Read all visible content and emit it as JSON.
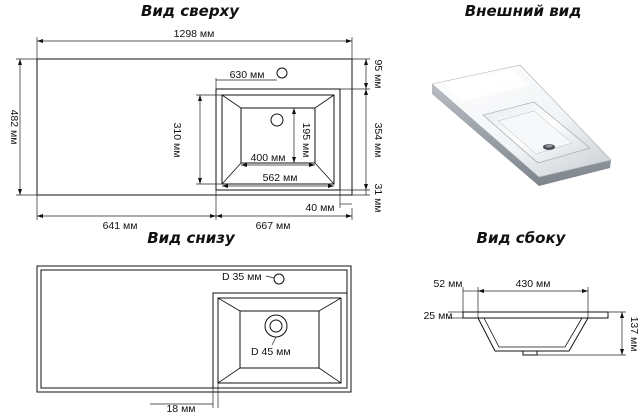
{
  "titles": {
    "top_view": "Вид сверху",
    "external_view": "Внешний вид",
    "bottom_view": "Вид снизу",
    "side_view": "Вид сбоку"
  },
  "top_view": {
    "total_width": "1298 мм",
    "total_depth": "482 мм",
    "bowl_offset_from_hole": "630 мм",
    "back_margin": "95 мм",
    "bowl_outer_depth": "354 мм",
    "front_margin": "31 мм",
    "bowl_inner_depth": "310 мм",
    "bowl_bottom_depth": "195 мм",
    "bowl_bottom_width": "400 мм",
    "bowl_inner_width": "562 мм",
    "right_margin": "40 мм",
    "left_section": "641 мм",
    "right_section": "667 мм"
  },
  "bottom_view": {
    "hole_diameter": "D 35 мм",
    "drain_diameter": "D 45 мм",
    "thickness": "18 мм"
  },
  "side_view": {
    "top_thickness": "52 мм",
    "bowl_width": "430 мм",
    "offset": "25 мм",
    "total_height": "137 мм"
  }
}
